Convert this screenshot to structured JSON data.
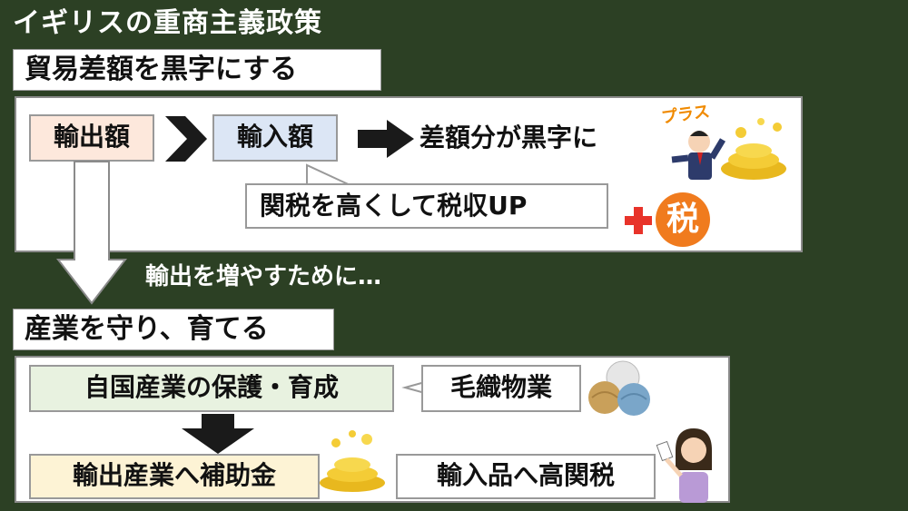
{
  "slide": {
    "title": "イギリスの重商主義政策",
    "section1": {
      "label": "貿易差額を黒字にする",
      "export_box": "輸出額",
      "import_box": "輸入額",
      "result_text": "差額分が黒字に",
      "plus_badge": "プラス",
      "tariff_text": "関税を高くして税収UP",
      "tax_badge": "税"
    },
    "transition_text": "輸出を増やすために…",
    "section2": {
      "label": "産業を守り、育てる",
      "protect_box": "自国産業の保護・育成",
      "wool_box": "毛織物業",
      "subsidy_box": "輸出産業へ補助金",
      "import_tariff_box": "輸入品へ高関税"
    }
  },
  "colors": {
    "background": "#2c4024",
    "export_box_fill": "#fde8dc",
    "import_box_fill": "#dce6f5",
    "green_box_fill": "#e8f2e0",
    "yellow_box_fill": "#fdf3d5",
    "tax_circle": "#f07b1e",
    "plus_red": "#e8332a"
  }
}
